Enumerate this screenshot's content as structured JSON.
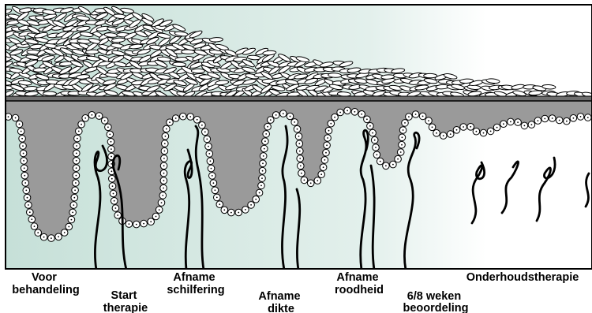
{
  "stages": [
    {
      "id": "voor",
      "lines": [
        "Voor",
        "behandeling"
      ]
    },
    {
      "id": "start",
      "lines": [
        "Start",
        "therapie"
      ]
    },
    {
      "id": "schilfering",
      "lines": [
        "Afname",
        "schilfering"
      ]
    },
    {
      "id": "dikte",
      "lines": [
        "Afname",
        "dikte"
      ]
    },
    {
      "id": "roodheid",
      "lines": [
        "Afname",
        "roodheid"
      ]
    },
    {
      "id": "beoordeling",
      "lines": [
        "6/8 weken",
        "beoordeling"
      ]
    },
    {
      "id": "onderhoud",
      "lines": [
        "Onderhoudstherapie"
      ]
    }
  ],
  "colors": {
    "dermis_tint": "#c6e0d8",
    "epidermis": "#9a9a9a",
    "outline": "#000000",
    "cell_fill": "#ffffff"
  }
}
